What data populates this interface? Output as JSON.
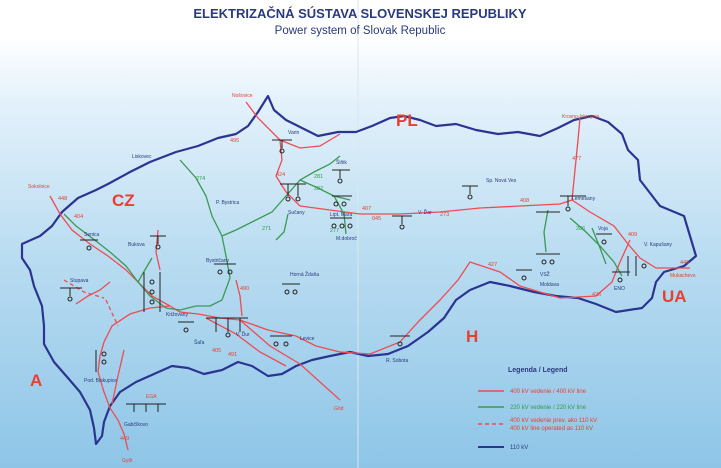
{
  "title": "ELEKTRIZAČNÁ SÚSTAVA SLOVENSKEJ REPUBLIKY",
  "subtitle": "Power system of Slovak Republic",
  "countries": {
    "cz": "CZ",
    "pl": "PL",
    "a": "A",
    "h": "H",
    "ua": "UA"
  },
  "foreign_places": {
    "nosovice": "Nošovice",
    "sokolnice": "Sokolnice",
    "krosno": "Krosno-Iskrzynia",
    "mukachevo": "Mukachevo",
    "gyor": "Győr",
    "god": "Göd"
  },
  "places": {
    "varin": "Varin",
    "liskovec": "Liskovec",
    "pbystrica": "P. Bystrica",
    "sucany": "Sučany",
    "sirnik": "Šiňik",
    "lipmara": "Lipt. Mara",
    "mdobroc": "M.dobroč",
    "vdt": "V. Ďar",
    "spnovaves": "Sp. Nová Ves",
    "lemesany": "Lemešany",
    "senica": "Senica",
    "bukova": "Bukova",
    "bystricany": "Bystričany",
    "stupava": "Stupava",
    "krizovany": "Križovany",
    "sala": "Šaľa",
    "horna_zdana": "Horná Ždaňa",
    "vdur": "V. Ďur",
    "levice": "Levice",
    "rsobota": "R. Sobota",
    "pbisk": "Pod. Biskupice",
    "ega": "EGA",
    "gabcikovo": "Gabčíkovo",
    "moldava": "Moldava",
    "vsz": "VSŽ",
    "voja": "Voja",
    "kapusany": "V. Kapušany",
    "eno": "ENO"
  },
  "line_numbers": {
    "n495": "495",
    "n424": "424",
    "n281": "281",
    "n282": "282",
    "n407": "407",
    "n045": "045",
    "n273": "273",
    "n408": "408",
    "n477": "477",
    "n448": "448",
    "n404": "404",
    "n274": "274",
    "n271": "271",
    "n277": "277",
    "n490": "490",
    "n427": "427",
    "n426": "426",
    "n440": "440",
    "n405": "405",
    "n491": "491",
    "n449": "449",
    "n286": "286",
    "n409": "409"
  },
  "legend": {
    "title": "Legenda / Legend",
    "items": [
      {
        "label": "400 kV vedenie / 400 kV line",
        "color": "#ef4b52",
        "style": "solid"
      },
      {
        "label": "220 kV vedenie / 220 kV line",
        "color": "#3a9a55",
        "style": "solid"
      },
      {
        "label": "400 kV vedenie prev. ako 110 kV",
        "label2": "400 kV line operated as 110 kV",
        "color": "#ef4b52",
        "style": "dashed"
      },
      {
        "label": "110 kV",
        "color": "#2b3490",
        "style": "solid"
      }
    ]
  }
}
